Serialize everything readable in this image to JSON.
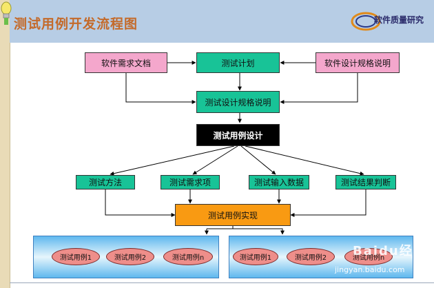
{
  "header": {
    "title": "测试用例开发流程图",
    "logo_text": "软件质量研究"
  },
  "nodes": {
    "requirements_doc": "软件需求文档",
    "test_plan": "测试计划",
    "design_spec": "软件设计规格说明",
    "test_design_spec": "测试设计规格说明",
    "test_case_design": "测试用例设计",
    "test_method": "测试方法",
    "test_requirement_items": "测试需求项",
    "test_input_data": "测试输入数据",
    "test_result_judgment": "测试结果判断",
    "test_case_implementation": "测试用例实现"
  },
  "test_cases_left": [
    "测试用例1",
    "测试用例2",
    "测试用例n"
  ],
  "test_cases_right": [
    "测试用例1",
    "测试用例2",
    "测试用例n"
  ],
  "watermark": {
    "logo": "Baidu经验",
    "url": "jingyan.baidu.com"
  },
  "colors": {
    "pink": "#f4a7cc",
    "green": "#18c397",
    "black": "#000000",
    "orange": "#f99a12",
    "ellipse": "#ee8e8a",
    "header": "#b7cde5",
    "title": "#c46a2a"
  }
}
